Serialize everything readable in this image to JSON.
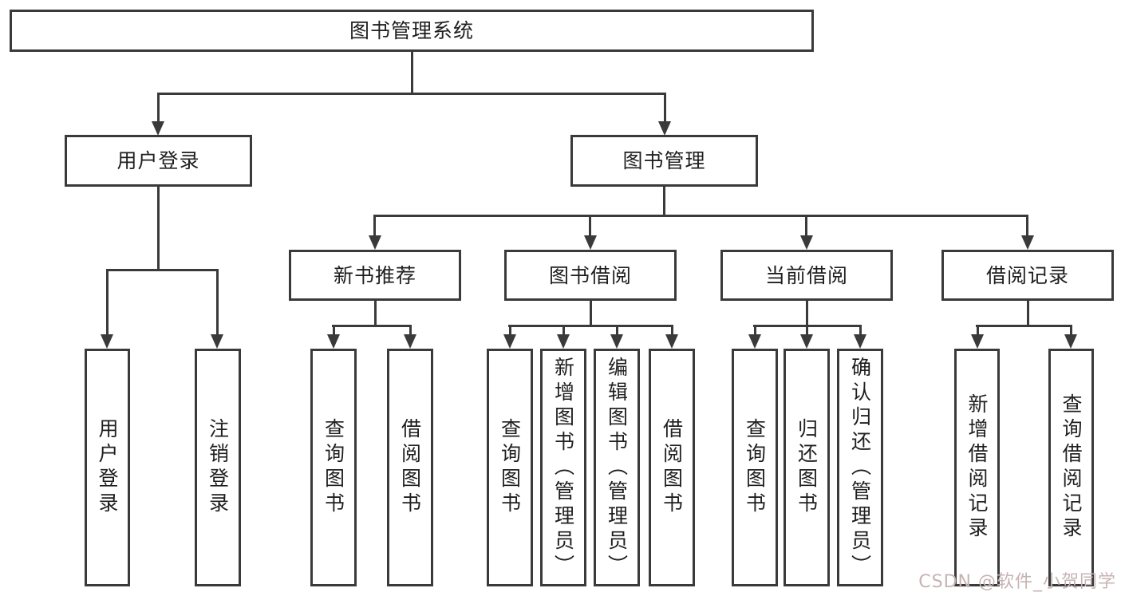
{
  "colors": {
    "line": "#3a3a3a",
    "box_border": "#3a3a3a",
    "text": "#1f1f1f",
    "watermark": "#c7b3b3",
    "background": "#ffffff"
  },
  "nodes": {
    "root": "图书管理系统",
    "user_login": "用户登录",
    "book_management": "图书管理",
    "new_book_recommend": "新书推荐",
    "book_borrowing": "图书借阅",
    "current_borrowing": "当前借阅",
    "borrowing_records": "借阅记录",
    "leaf_user_login": "用户登录",
    "leaf_logout": "注销登录",
    "leaf_query_books_a": "查询图书",
    "leaf_borrow_books_a": "借阅图书",
    "leaf_query_books_b": "查询图书",
    "leaf_add_books_admin": "新增图书（管理员）",
    "leaf_edit_books_admin": "编辑图书（管理员）",
    "leaf_borrow_books_b": "借阅图书",
    "leaf_query_books_c": "查询图书",
    "leaf_return_books": "归还图书",
    "leaf_confirm_return_admin": "确认归还（管理员）",
    "leaf_add_borrow_record": "新增借阅记录",
    "leaf_query_borrow_record": "查询借阅记录"
  },
  "watermark": {
    "text": "CSDN @软件_小贺同学"
  }
}
